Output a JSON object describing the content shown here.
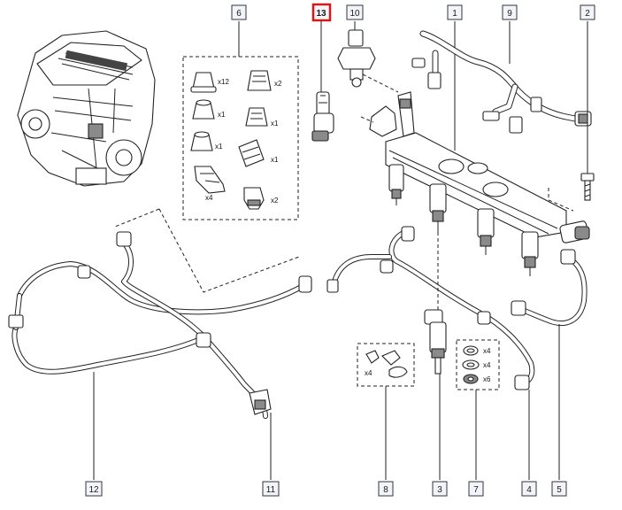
{
  "callouts": [
    {
      "id": "c1",
      "label": "1"
    },
    {
      "id": "c2",
      "label": "2"
    },
    {
      "id": "c3",
      "label": "3"
    },
    {
      "id": "c4",
      "label": "4"
    },
    {
      "id": "c5",
      "label": "5"
    },
    {
      "id": "c6",
      "label": "6"
    },
    {
      "id": "c7",
      "label": "7"
    },
    {
      "id": "c8",
      "label": "8"
    },
    {
      "id": "c9",
      "label": "9"
    },
    {
      "id": "c10",
      "label": "10"
    },
    {
      "id": "c11",
      "label": "11"
    },
    {
      "id": "c12",
      "label": "12"
    },
    {
      "id": "c13",
      "label": "13",
      "highlighted": true
    }
  ],
  "kit6_quantities": [
    "x12",
    "x2",
    "x1",
    "x1",
    "x1",
    "x1",
    "x4",
    "x2"
  ],
  "kit8_quantity": "x4",
  "kit7_quantities": [
    "x4",
    "x4",
    "x6"
  ],
  "colors": {
    "highlight": "#d11a1a",
    "outline": "#222222",
    "callout_box": "#f2f4f7"
  }
}
